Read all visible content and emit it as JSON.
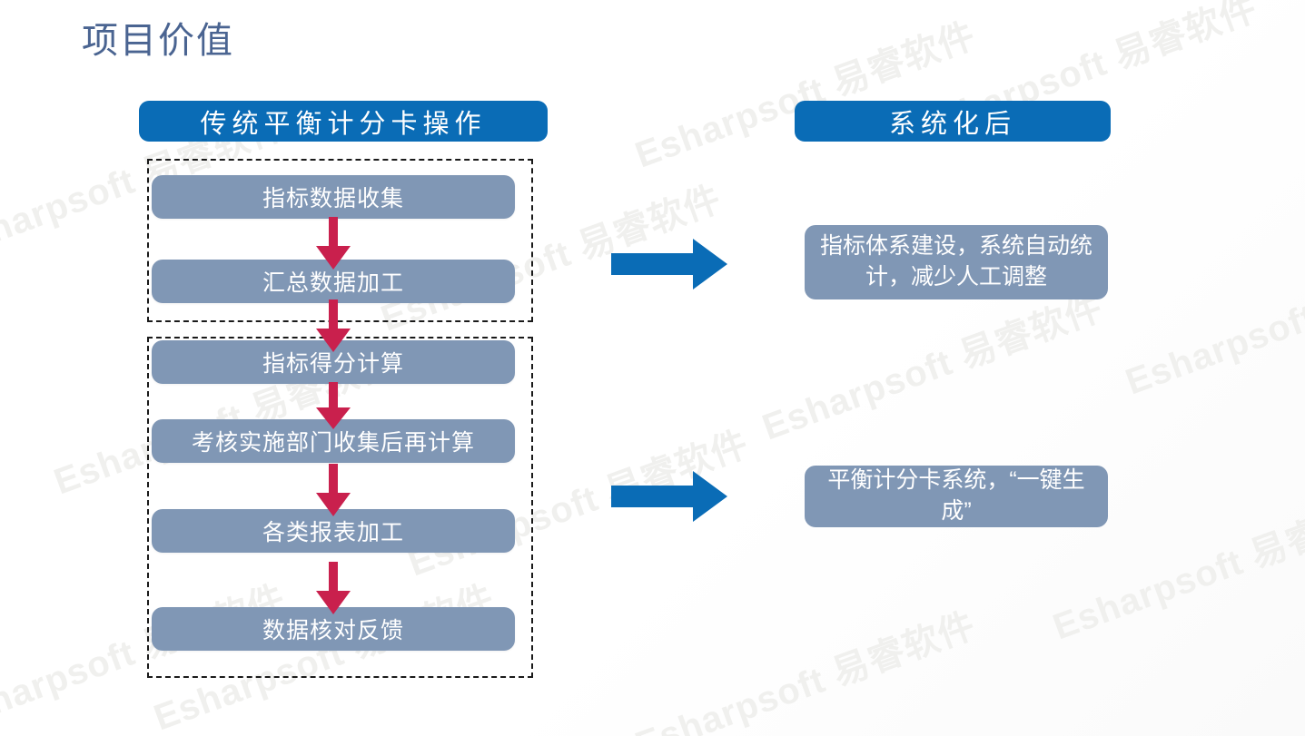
{
  "slide": {
    "title": "项目价值",
    "title_color": "#4a6491",
    "background": "#ffffff"
  },
  "colors": {
    "header_blue": "#0a6cb6",
    "box_slate": "#8097b5",
    "red_arrow": "#c9204d",
    "blue_arrow": "#0a6cb6",
    "dashed_border": "#1a1a1a",
    "watermark": "#f0f0ee"
  },
  "columns": {
    "left": {
      "header": "传统平衡计分卡操作",
      "groups": [
        {
          "name": "group-one",
          "steps": [
            "指标数据收集",
            "汇总数据加工"
          ]
        },
        {
          "name": "group-two",
          "steps": [
            "指标得分计算",
            "考核实施部门收集后再计算",
            "各类报表加工",
            "数据核对反馈"
          ]
        }
      ]
    },
    "right": {
      "header": "系统化后",
      "results": [
        "指标体系建设，系统自动统计，减少人工调整",
        "平衡计分卡系统，“一键生成”"
      ]
    }
  },
  "arrows": {
    "red_down_icon": "arrow-down-icon",
    "blue_right_icon": "arrow-right-icon",
    "red_count": 5,
    "blue_count": 2
  },
  "watermark": {
    "text": "Esharpsoft 易睿软件",
    "angle_deg": -20
  }
}
